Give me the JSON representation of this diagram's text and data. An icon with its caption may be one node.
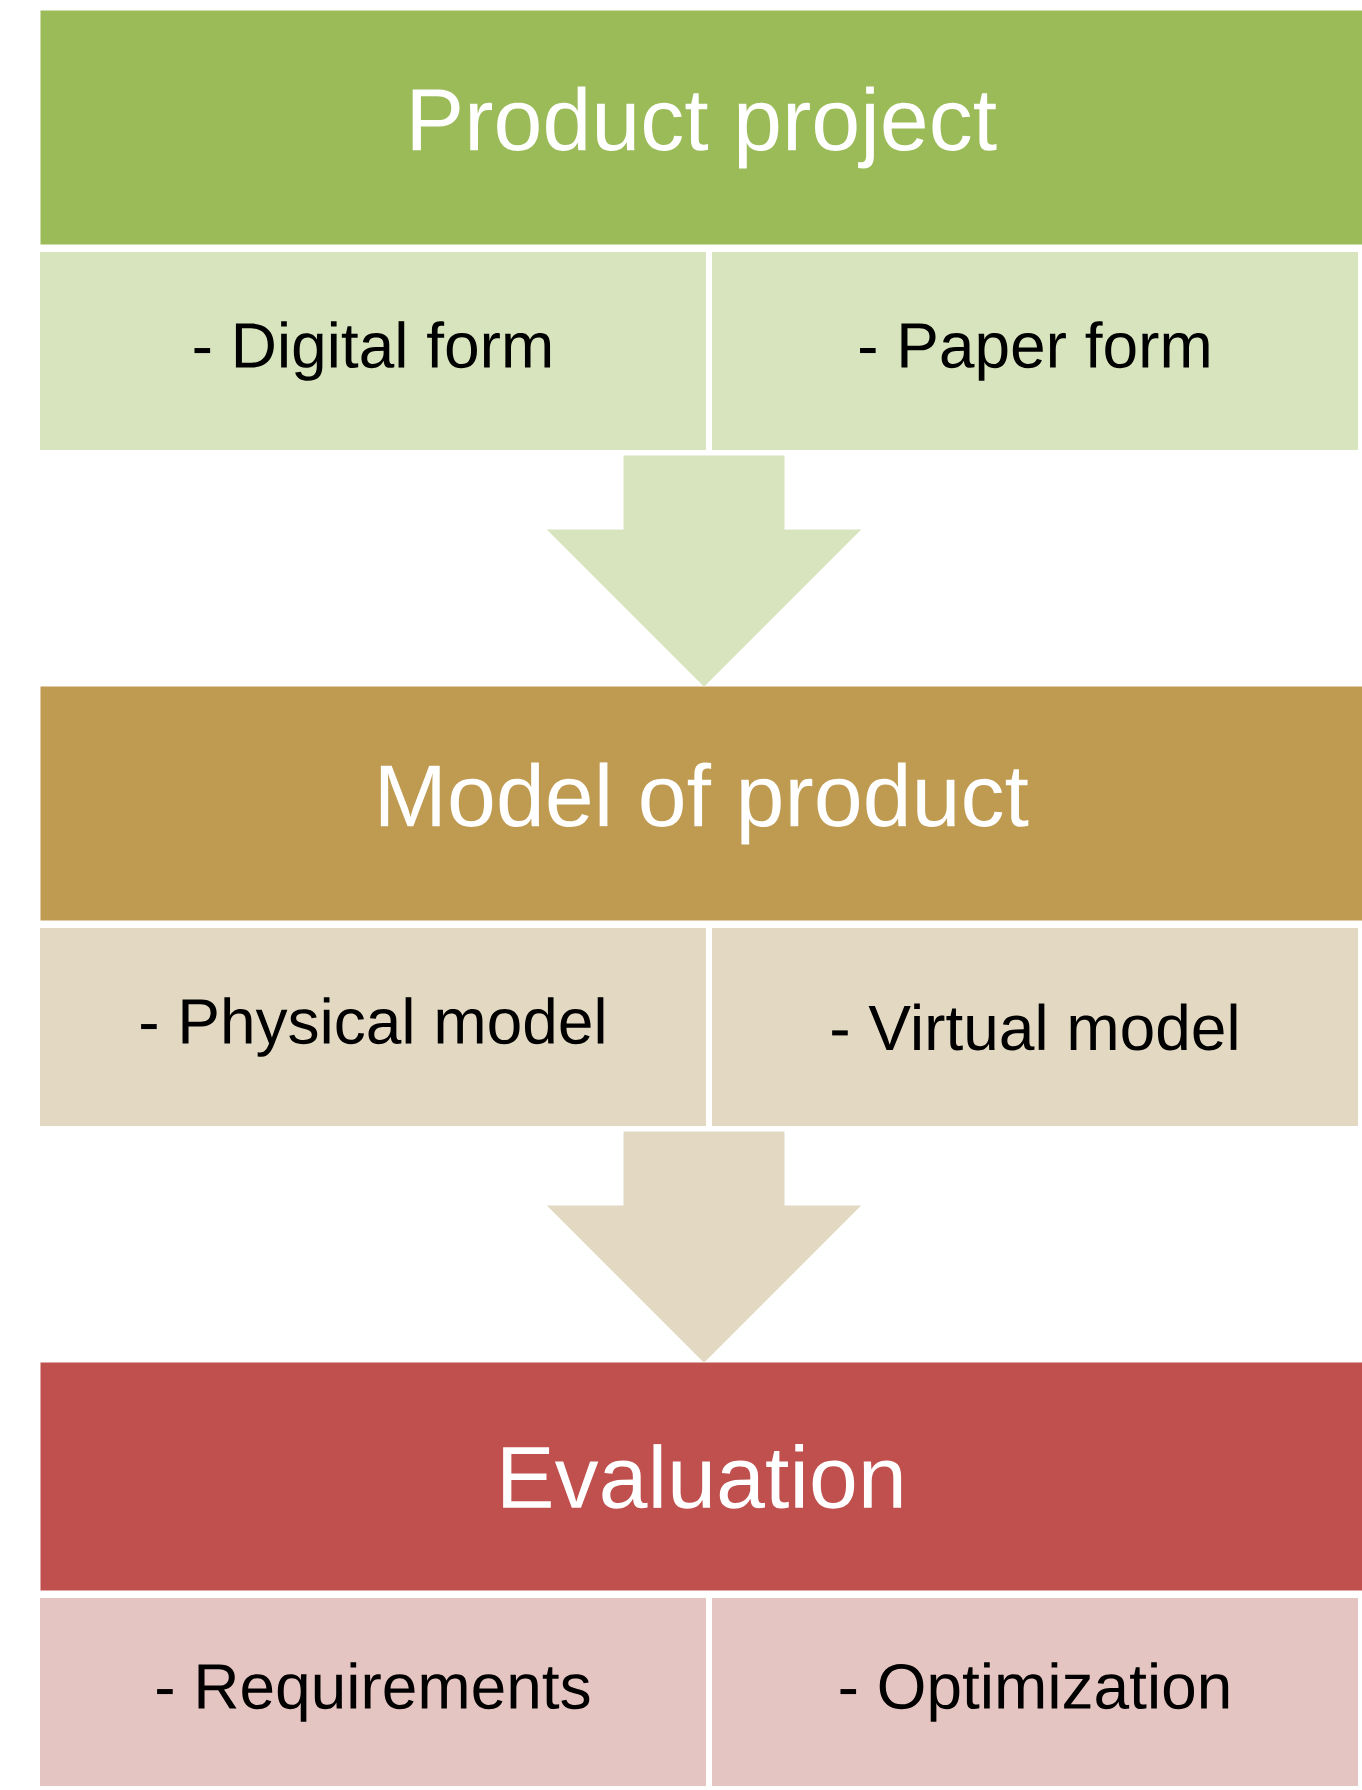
{
  "diagram": {
    "nodes": [
      {
        "text": [
          "Product project"
        ]
      },
      {
        "text": [
          "- Digital form"
        ]
      },
      {
        "text": [
          "- Paper form"
        ]
      },
      {
        "text": [
          "Model of product"
        ]
      },
      {
        "text": [
          "- Physical model"
        ]
      },
      {
        "text": [
          "- Virtual model"
        ]
      },
      {
        "text": [
          "Evaluation"
        ]
      },
      {
        "text": [
          "- Requirements"
        ]
      },
      {
        "text": [
          "- Optimization"
        ]
      }
    ],
    "edges": [
      {
        "from": 1,
        "to": 3,
        "arrow": "to"
      },
      {
        "from": 2,
        "to": 3,
        "arrow": "to"
      },
      {
        "from": 4,
        "to": 6,
        "arrow": "to"
      },
      {
        "from": 5,
        "to": 6,
        "arrow": "to"
      }
    ]
  }
}
